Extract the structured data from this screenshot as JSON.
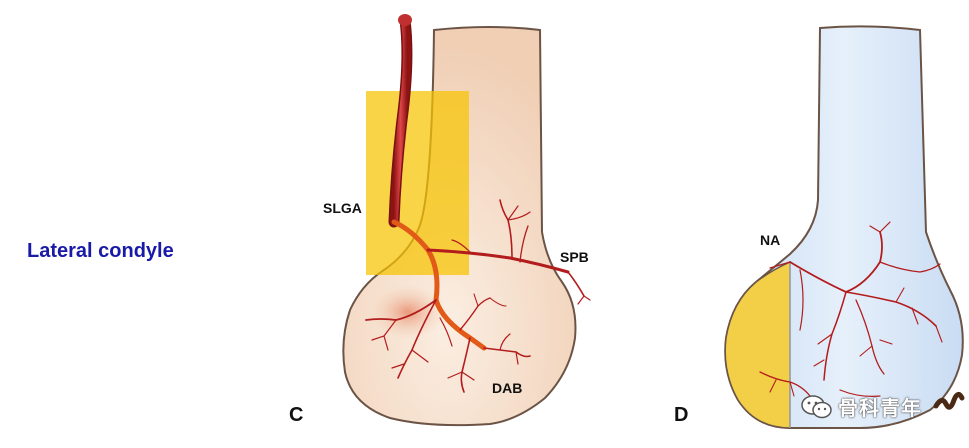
{
  "side_title": "Lateral condyle",
  "panels": {
    "c": {
      "letter": "C",
      "labels": {
        "slga": "SLGA",
        "spb": "SPB",
        "dab": "DAB"
      }
    },
    "d": {
      "letter": "D",
      "labels": {
        "na": "NA"
      }
    }
  },
  "watermark": {
    "text": "骨科青年"
  },
  "colors": {
    "bone_c": "#f5dcc8",
    "bone_d": "#dde9f7",
    "outline": "#5a4a40",
    "artery": "#c81e1e",
    "highlight": "#f7c400",
    "side_title": "#1a1aa8"
  }
}
